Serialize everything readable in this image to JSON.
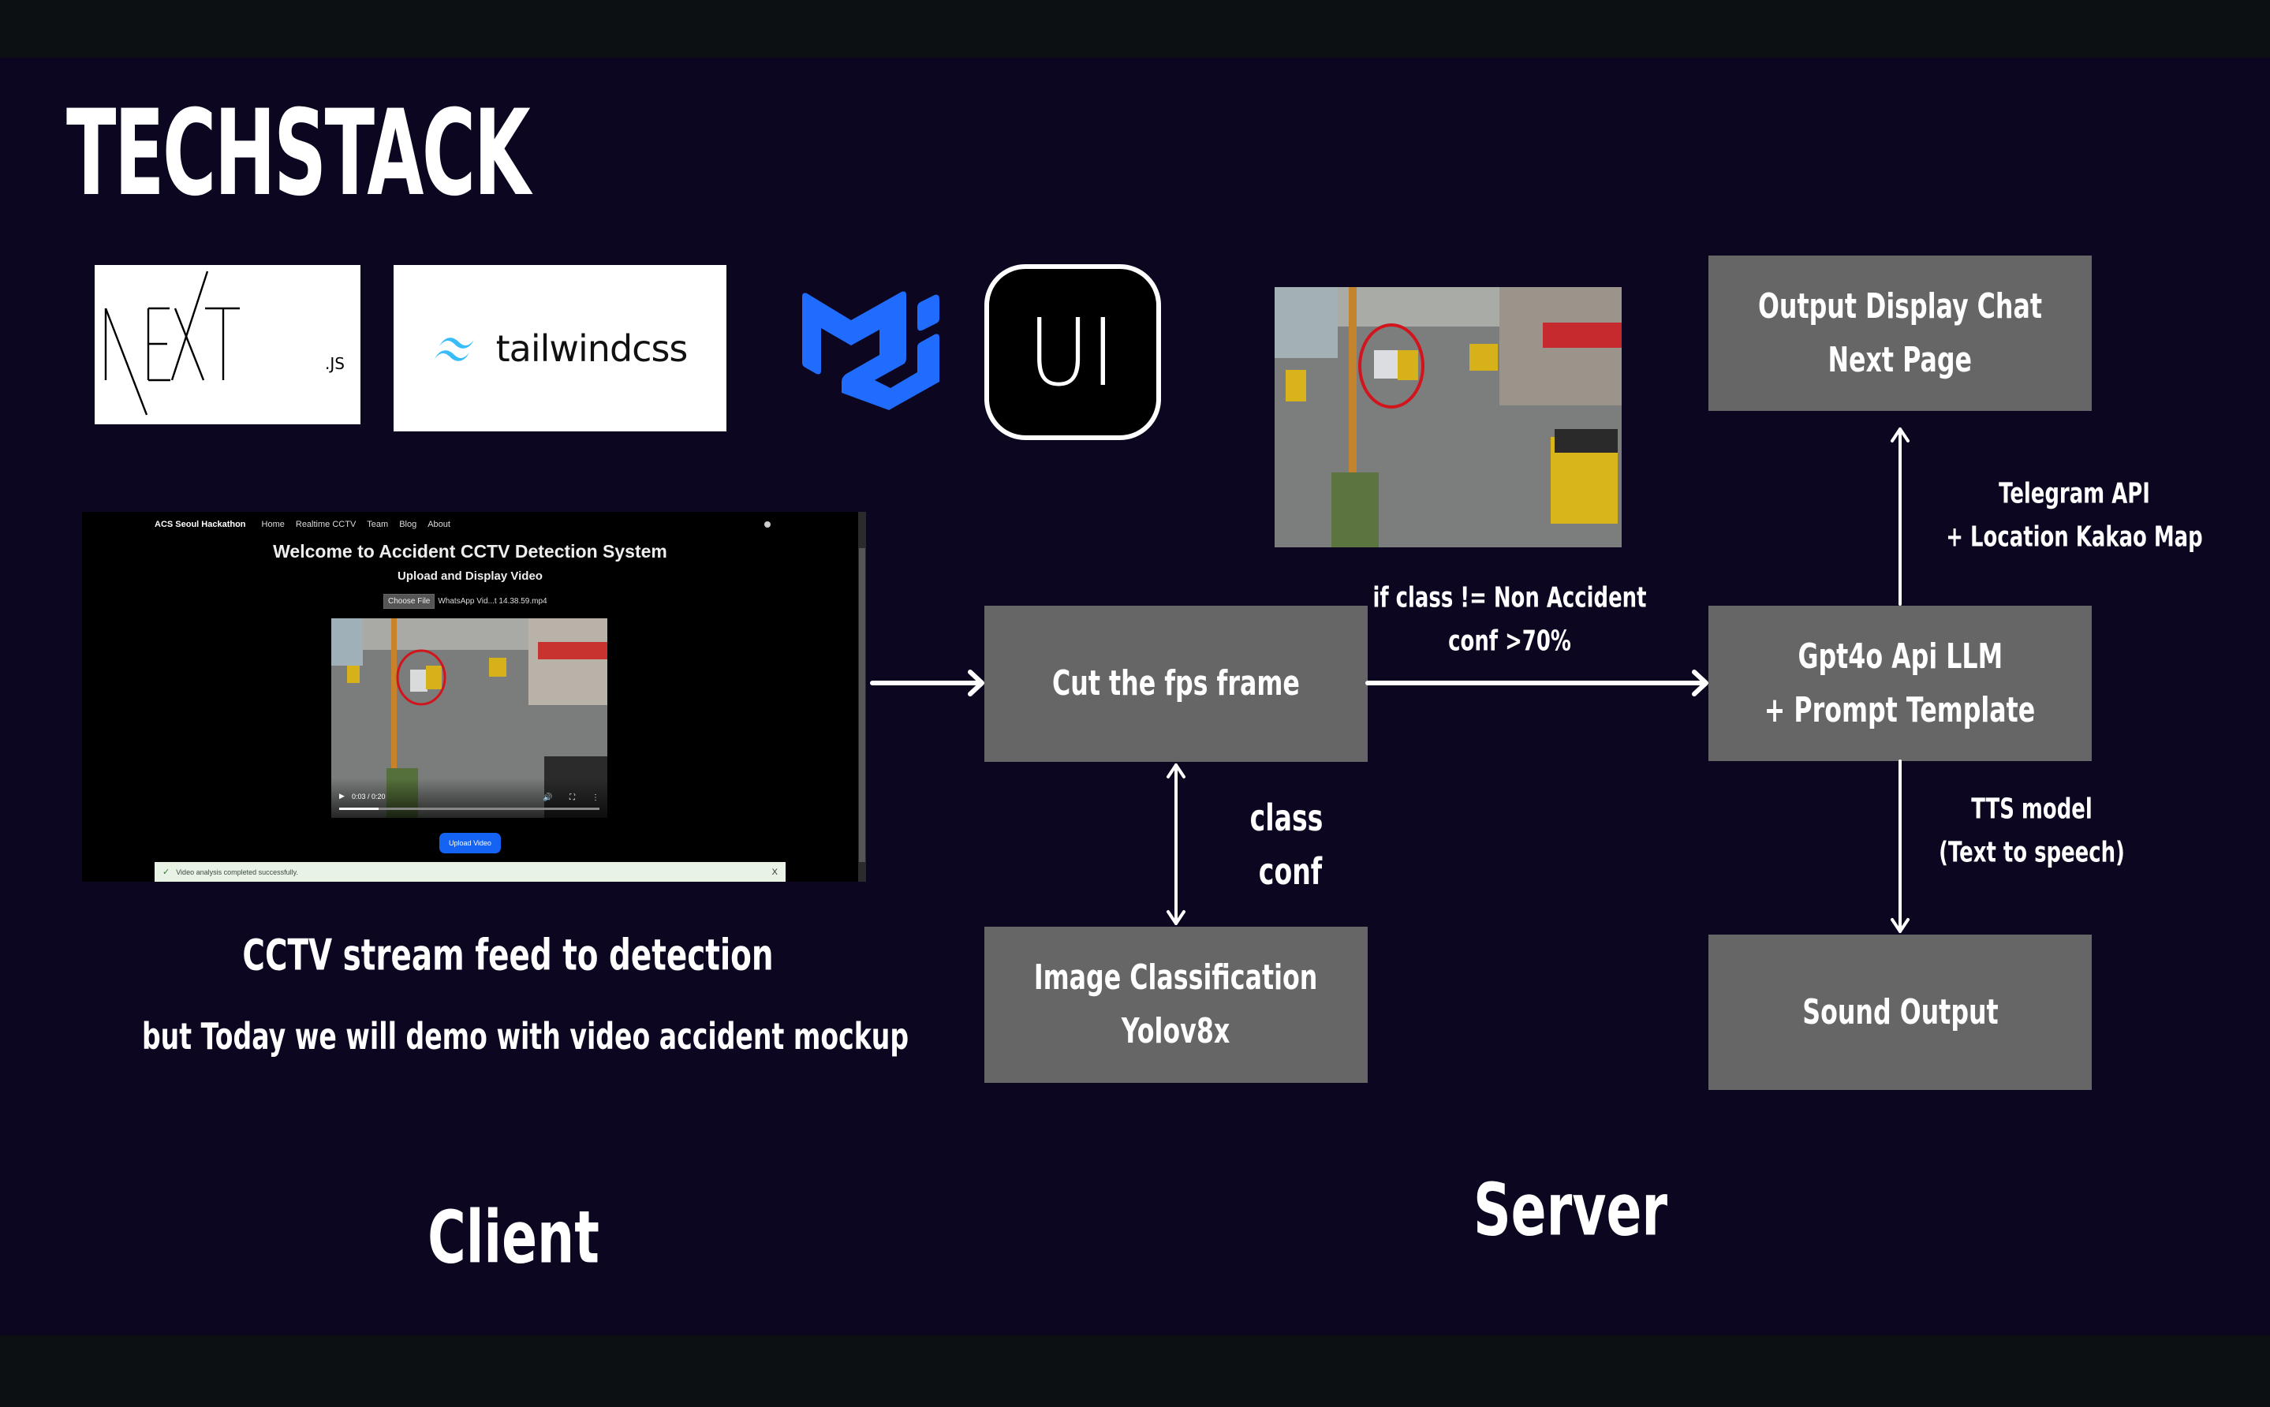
{
  "slide": {
    "title": "TECHSTACK",
    "colors": {
      "background": "#0d0620",
      "box": "#666666",
      "text": "#ffffff",
      "mui_blue": "#1f6cff",
      "tailwind_cyan": "#38bdf8",
      "upload_button": "#1463f3"
    }
  },
  "logos": {
    "nextjs": {
      "name": "nextjs-logo",
      "main": "NEXT",
      "suffix": ".JS"
    },
    "tailwind": {
      "name": "tailwindcss-logo",
      "text": "tailwindcss"
    },
    "mui": {
      "name": "mui-logo"
    },
    "ui": {
      "name": "ui-logo",
      "text": "UI"
    }
  },
  "client_screenshot": {
    "brand": "ACS Seoul Hackathon",
    "nav": [
      "Home",
      "Realtime CCTV",
      "Team",
      "Blog",
      "About"
    ],
    "heading": "Welcome to Accident CCTV Detection System",
    "subheading": "Upload and Display Video",
    "file_button": "Choose File",
    "file_name": "WhatsApp Vid...t 14.38.59.mp4",
    "video": {
      "time": "0:03 / 0:20",
      "progress": 0.15
    },
    "upload_button": "Upload Video",
    "toast": {
      "message": "Video analysis completed successfully.",
      "close": "X"
    }
  },
  "client": {
    "caption": "CCTV stream feed to detection",
    "subcaption": "but Today we will demo with video accident mockup",
    "section_label": "Client"
  },
  "server": {
    "section_label": "Server",
    "boxes": {
      "cut_fps": [
        "Cut the fps frame"
      ],
      "image_classification": [
        "Image Classification",
        "Yolov8x"
      ],
      "gpt": [
        "Gpt4o Api LLM",
        "+ Prompt Template"
      ],
      "output_display": [
        "Output Display Chat",
        "Next Page"
      ],
      "sound_output": [
        "Sound Output"
      ]
    },
    "edge_labels": {
      "condition": [
        "if class != Non Accident",
        "conf >70%"
      ],
      "class_conf": [
        "class",
        "conf"
      ],
      "telegram": [
        "Telegram API",
        "+ Location Kakao Map"
      ],
      "tts": [
        "TTS model",
        "(Text to speech)"
      ]
    }
  }
}
